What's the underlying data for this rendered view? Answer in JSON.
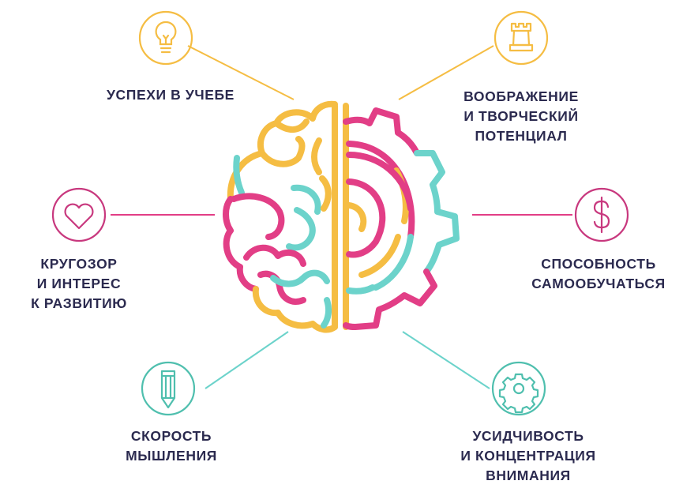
{
  "colors": {
    "yellow": "#f5bd43",
    "pink": "#e23e86",
    "teal": "#6cd3cb",
    "text": "#2b2a4f"
  },
  "benefits": [
    {
      "lines": [
        "УСПЕХИ В УЧЕБЕ"
      ],
      "icon": "lightbulb-icon",
      "color": "#f5bd43"
    },
    {
      "lines": [
        "ВООБРАЖЕНИЕ",
        "И ТВОРЧЕСКИЙ",
        "ПОТЕНЦИАЛ"
      ],
      "icon": "chess-rook-icon",
      "color": "#f5bd43"
    },
    {
      "lines": [
        "КРУГОЗОР",
        "И ИНТЕРЕС",
        "К РАЗВИТИЮ"
      ],
      "icon": "heart-icon",
      "color": "#c8387e"
    },
    {
      "lines": [
        "СПОСОБНОСТЬ",
        "САМООБУЧАТЬСЯ"
      ],
      "icon": "dollar-icon",
      "color": "#c8387e"
    },
    {
      "lines": [
        "СКОРОСТЬ",
        "МЫШЛЕНИЯ"
      ],
      "icon": "pencil-icon",
      "color": "#4fbfae"
    },
    {
      "lines": [
        "УСИДЧИВОСТЬ",
        "И КОНЦЕНТРАЦИЯ",
        "ВНИМАНИЯ"
      ],
      "icon": "gear-icon",
      "color": "#4fbfae"
    }
  ],
  "center_graphic": {
    "left": "brain-icon",
    "right": "gear-icon"
  }
}
